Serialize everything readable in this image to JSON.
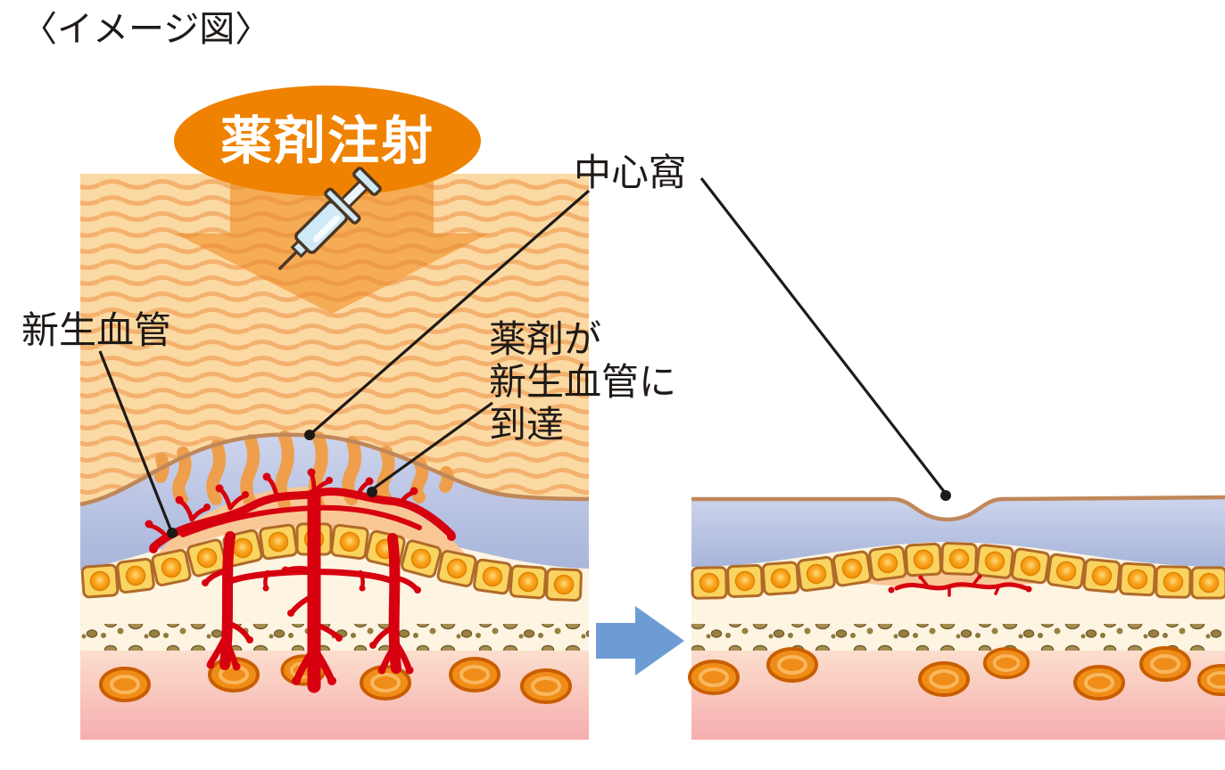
{
  "title": "〈イメージ図〉",
  "badge": {
    "label": "薬剤注射",
    "color": "#ef8200"
  },
  "annotations": {
    "fovea": "中心窩",
    "new_vessels": "新生血管",
    "drug_reach_line1": "薬剤が",
    "drug_reach_line2": "新生血管に",
    "drug_reach_line3": "到達"
  },
  "icons": {
    "syringe": "syringe-icon",
    "injection_direction": "down-arrow-icon",
    "transition": "right-arrow-icon"
  },
  "colors": {
    "badge_orange": "#ef8200",
    "injection_arrow_orange": "#f6ab55",
    "vitreous_background": "#fbd9a3",
    "retina_blue": "#b7c2e2",
    "membrane_tan": "#c0875a",
    "rpe_cell_yellow": "#fad461",
    "vessel_red": "#d7000f",
    "choroid_pink": "#f8c0b6",
    "transition_arrow_blue": "#6d9cd4",
    "text_black": "#1f1a17"
  }
}
